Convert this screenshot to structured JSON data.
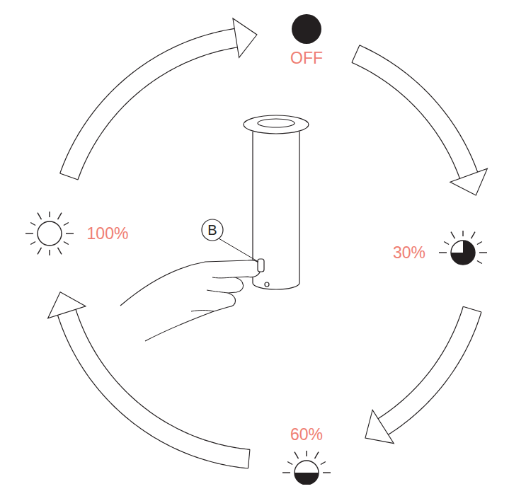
{
  "diagram": {
    "nodes": [
      {
        "text": [
          "OFF"
        ]
      },
      {
        "text": [
          "30%"
        ]
      },
      {
        "text": [
          "60%"
        ]
      },
      {
        "text": [
          "100%"
        ]
      }
    ],
    "edges": [
      {
        "from": 0,
        "to": 1,
        "arrow": "to"
      },
      {
        "from": 1,
        "to": 2,
        "arrow": "to"
      },
      {
        "from": 2,
        "to": 3,
        "arrow": "to"
      },
      {
        "from": 3,
        "to": 0,
        "arrow": "to"
      }
    ],
    "labels": [
      "B"
    ]
  }
}
